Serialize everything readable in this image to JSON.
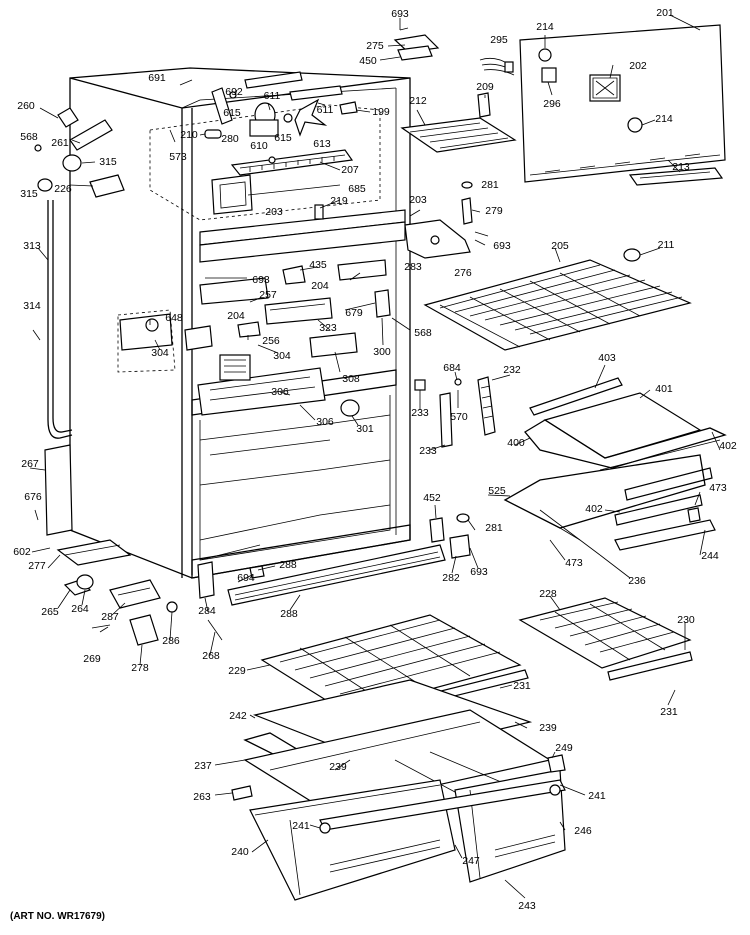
{
  "art_number": "(ART NO. WR17679)",
  "parts": [
    {
      "id": "p693a",
      "num": "693"
    },
    {
      "id": "p214a",
      "num": "214"
    },
    {
      "id": "p201",
      "num": "201"
    },
    {
      "id": "p275",
      "num": "275"
    },
    {
      "id": "p450",
      "num": "450"
    },
    {
      "id": "p295",
      "num": "295"
    },
    {
      "id": "p202",
      "num": "202"
    },
    {
      "id": "p296",
      "num": "296"
    },
    {
      "id": "p214b",
      "num": "214"
    },
    {
      "id": "p691",
      "num": "691"
    },
    {
      "id": "p692",
      "num": "692"
    },
    {
      "id": "p611a",
      "num": "611"
    },
    {
      "id": "p611b",
      "num": "611"
    },
    {
      "id": "p209",
      "num": "209"
    },
    {
      "id": "p212",
      "num": "212"
    },
    {
      "id": "p199",
      "num": "199"
    },
    {
      "id": "p260",
      "num": "260"
    },
    {
      "id": "p568a",
      "num": "568"
    },
    {
      "id": "p261",
      "num": "261"
    },
    {
      "id": "p315a",
      "num": "315"
    },
    {
      "id": "p315b",
      "num": "315"
    },
    {
      "id": "p226",
      "num": "226"
    },
    {
      "id": "p210",
      "num": "210"
    },
    {
      "id": "p280",
      "num": "280"
    },
    {
      "id": "p573",
      "num": "573"
    },
    {
      "id": "p610",
      "num": "610"
    },
    {
      "id": "p615a",
      "num": "615"
    },
    {
      "id": "p615b",
      "num": "615"
    },
    {
      "id": "p613",
      "num": "613"
    },
    {
      "id": "p207",
      "num": "207"
    },
    {
      "id": "p685",
      "num": "685"
    },
    {
      "id": "p213",
      "num": "213"
    },
    {
      "id": "p281a",
      "num": "281"
    },
    {
      "id": "p203a",
      "num": "203"
    },
    {
      "id": "p219",
      "num": "219"
    },
    {
      "id": "p203b",
      "num": "203"
    },
    {
      "id": "p279",
      "num": "279"
    },
    {
      "id": "p693b",
      "num": "693"
    },
    {
      "id": "p205",
      "num": "205"
    },
    {
      "id": "p211",
      "num": "211"
    },
    {
      "id": "p313",
      "num": "313"
    },
    {
      "id": "p693c",
      "num": "693"
    },
    {
      "id": "p435",
      "num": "435"
    },
    {
      "id": "p204a",
      "num": "204"
    },
    {
      "id": "p283",
      "num": "283"
    },
    {
      "id": "p276",
      "num": "276"
    },
    {
      "id": "p257",
      "num": "257"
    },
    {
      "id": "p314",
      "num": "314"
    },
    {
      "id": "p648",
      "num": "648"
    },
    {
      "id": "p204b",
      "num": "204"
    },
    {
      "id": "p679",
      "num": "679"
    },
    {
      "id": "p568b",
      "num": "568"
    },
    {
      "id": "p323",
      "num": "323"
    },
    {
      "id": "p256",
      "num": "256"
    },
    {
      "id": "p304a",
      "num": "304"
    },
    {
      "id": "p304b",
      "num": "304"
    },
    {
      "id": "p300",
      "num": "300"
    },
    {
      "id": "p308",
      "num": "308"
    },
    {
      "id": "p684",
      "num": "684"
    },
    {
      "id": "p232",
      "num": "232"
    },
    {
      "id": "p403",
      "num": "403"
    },
    {
      "id": "p306a",
      "num": "306"
    },
    {
      "id": "p306b",
      "num": "306"
    },
    {
      "id": "p233a",
      "num": "233"
    },
    {
      "id": "p570",
      "num": "570"
    },
    {
      "id": "p401",
      "num": "401"
    },
    {
      "id": "p301",
      "num": "301"
    },
    {
      "id": "p233b",
      "num": "233"
    },
    {
      "id": "p400",
      "num": "400"
    },
    {
      "id": "p402a",
      "num": "402"
    },
    {
      "id": "p267",
      "num": "267"
    },
    {
      "id": "p676",
      "num": "676"
    },
    {
      "id": "p452",
      "num": "452"
    },
    {
      "id": "p525",
      "num": "525"
    },
    {
      "id": "p473a",
      "num": "473"
    },
    {
      "id": "p402b",
      "num": "402"
    },
    {
      "id": "p281b",
      "num": "281"
    },
    {
      "id": "p602",
      "num": "602"
    },
    {
      "id": "p277",
      "num": "277"
    },
    {
      "id": "p288a",
      "num": "288"
    },
    {
      "id": "p694",
      "num": "694"
    },
    {
      "id": "p282",
      "num": "282"
    },
    {
      "id": "p693d",
      "num": "693"
    },
    {
      "id": "p473b",
      "num": "473"
    },
    {
      "id": "p244",
      "num": "244"
    },
    {
      "id": "p236",
      "num": "236"
    },
    {
      "id": "p265",
      "num": "265"
    },
    {
      "id": "p264",
      "num": "264"
    },
    {
      "id": "p287",
      "num": "287"
    },
    {
      "id": "p284",
      "num": "284"
    },
    {
      "id": "p288b",
      "num": "288"
    },
    {
      "id": "p228",
      "num": "228"
    },
    {
      "id": "p230",
      "num": "230"
    },
    {
      "id": "p269",
      "num": "269"
    },
    {
      "id": "p278",
      "num": "278"
    },
    {
      "id": "p286",
      "num": "286"
    },
    {
      "id": "p268",
      "num": "268"
    },
    {
      "id": "p229",
      "num": "229"
    },
    {
      "id": "p231a",
      "num": "231"
    },
    {
      "id": "p231b",
      "num": "231"
    },
    {
      "id": "p242",
      "num": "242"
    },
    {
      "id": "p239a",
      "num": "239"
    },
    {
      "id": "p249",
      "num": "249"
    },
    {
      "id": "p237",
      "num": "237"
    },
    {
      "id": "p239b",
      "num": "239"
    },
    {
      "id": "p263",
      "num": "263"
    },
    {
      "id": "p241a",
      "num": "241"
    },
    {
      "id": "p241b",
      "num": "241"
    },
    {
      "id": "p246",
      "num": "246"
    },
    {
      "id": "p240",
      "num": "240"
    },
    {
      "id": "p247",
      "num": "247"
    },
    {
      "id": "p243",
      "num": "243"
    }
  ]
}
